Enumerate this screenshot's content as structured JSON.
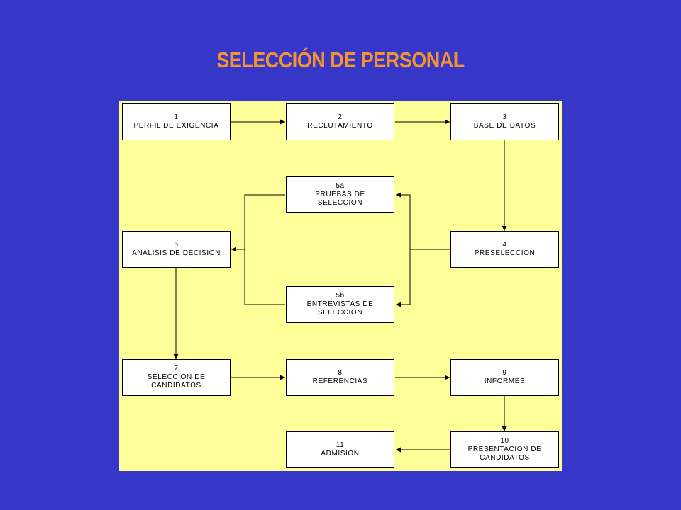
{
  "title": "SELECCIÓN DE PERSONAL",
  "nodes": {
    "n1": {
      "num": "1",
      "l1": "PERFIL DE EXIGENCIA",
      "l2": ""
    },
    "n2": {
      "num": "2",
      "l1": "RECLUTAMIENTO",
      "l2": ""
    },
    "n3": {
      "num": "3",
      "l1": "BASE DE DATOS",
      "l2": ""
    },
    "n5a": {
      "num": "5a",
      "l1": "PRUEBAS DE",
      "l2": "SELECCION"
    },
    "n6": {
      "num": "6",
      "l1": "ANALISIS DE DECISION",
      "l2": ""
    },
    "n4": {
      "num": "4",
      "l1": "PRESELECCION",
      "l2": ""
    },
    "n5b": {
      "num": "5b",
      "l1": "ENTREVISTAS DE",
      "l2": "SELECCION"
    },
    "n7": {
      "num": "7",
      "l1": "SELECCION DE",
      "l2": "CANDIDATOS"
    },
    "n8": {
      "num": "8",
      "l1": "REFERENCIAS",
      "l2": ""
    },
    "n9": {
      "num": "9",
      "l1": "INFORMES",
      "l2": ""
    },
    "n11": {
      "num": "11",
      "l1": "ADMISION",
      "l2": ""
    },
    "n10": {
      "num": "10",
      "l1": "PRESENTACION DE",
      "l2": "CANDIDATOS"
    }
  },
  "colors": {
    "background": "#3636c8",
    "title": "#f5932f",
    "panel": "#ffff99",
    "box": "#ffffff",
    "line": "#000000"
  }
}
